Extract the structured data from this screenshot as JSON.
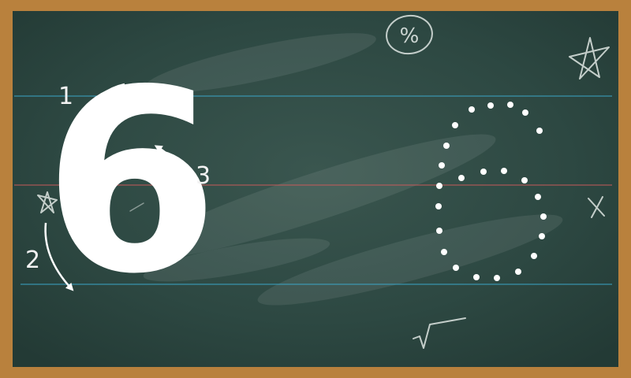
{
  "lesson": {
    "digit": "6",
    "steps": [
      "1",
      "2",
      "3"
    ]
  },
  "doodles": {
    "percent_symbol": "%"
  },
  "colors": {
    "frame": "#b9813d",
    "chalkboard": "#2c4740",
    "guide_line_blue": "#3aa6c8",
    "guide_line_red": "#c75a5a",
    "chalk": "#ffffff"
  },
  "icons": [
    "star-icon",
    "cross-icon",
    "square-root-icon",
    "percent-icon",
    "arrow-icon"
  ]
}
